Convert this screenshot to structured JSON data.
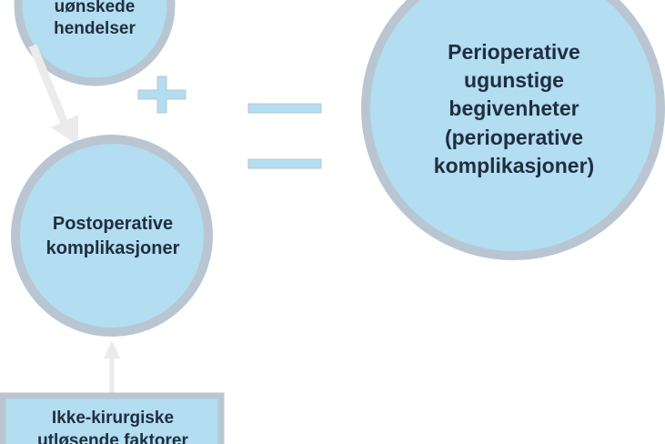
{
  "diagram": {
    "nodes": {
      "top_circle": {
        "text": "uønskede\nhendelser"
      },
      "postoperative": {
        "text": "Postoperative\nkomplikasjoner"
      },
      "perioperative": {
        "text": "Perioperative\nugunstige\nbegivenheter\n(perioperative\nkomplikasjoner)"
      },
      "non_surgical": {
        "text": "Ikke-kirurgiske\nutløsende faktorer"
      }
    },
    "operators": {
      "plus": "+",
      "equals": "="
    },
    "colors": {
      "fill": "#b3ddf0",
      "ring": "#b9c6d2",
      "arrow": "#ebebeb",
      "text": "#1f2e3f"
    }
  }
}
